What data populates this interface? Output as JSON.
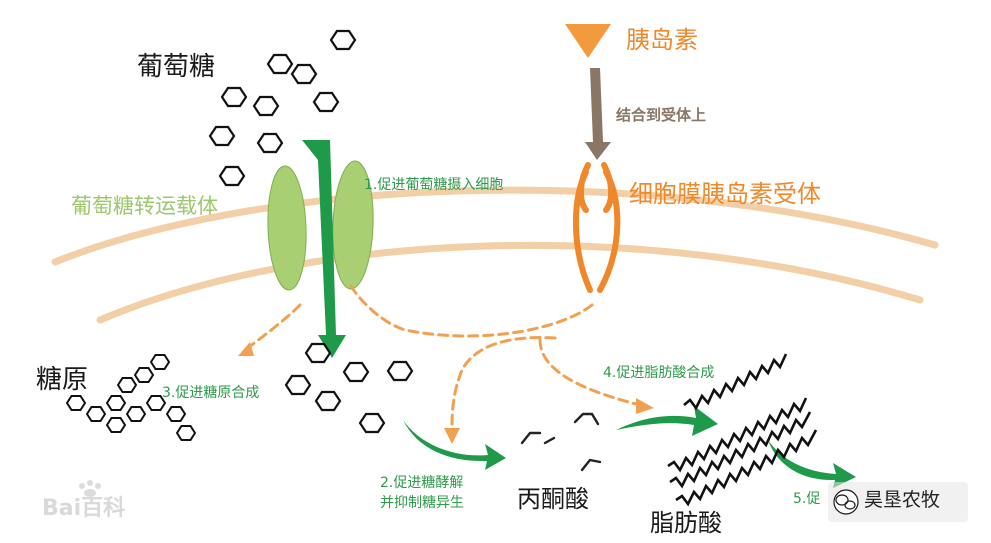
{
  "labels": {
    "glucose": "葡萄糖",
    "insulin": "胰岛素",
    "binding": "结合到受体上",
    "receptor": "细胞膜胰岛素受体",
    "transporter": "葡萄糖转运载体",
    "glycogen": "糖原",
    "pyruvate": "丙酮酸",
    "fatty_acid": "脂肪酸"
  },
  "steps": {
    "s1": "1.促进葡萄糖摄入细胞",
    "s2a": "2.促进糖酵解",
    "s2b": "并抑制糖异生",
    "s3": "3.促进糖原合成",
    "s4": "4.促进脂肪酸合成",
    "s5": "5.促"
  },
  "watermarks": {
    "baidu": "Bai百科",
    "wechat": "昊垦农牧"
  },
  "colors": {
    "green_arrow": "#1f9a4a",
    "membrane": "#f2cfa6",
    "orange": "#f0882a",
    "transporter": "#a9cf73",
    "insulin": "#f39a3e",
    "brown_arrow": "#8a7665",
    "step_text": "#2e9a4a"
  }
}
